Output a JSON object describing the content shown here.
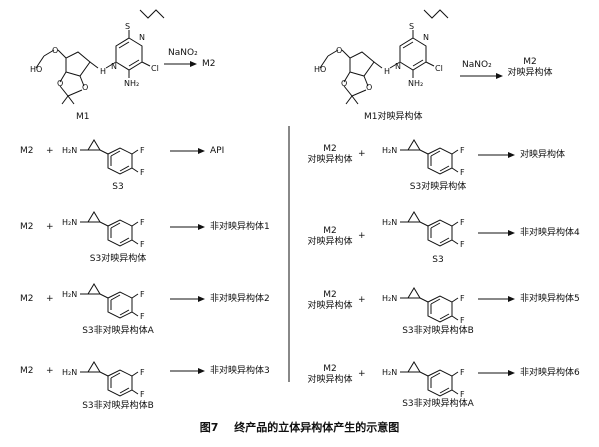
{
  "caption": {
    "number": "图7",
    "title": "终产品的立体异构体产生的示意图"
  },
  "top": {
    "left": {
      "molecule_label": "M1",
      "reagent": "NaNO₂",
      "product": "M2"
    },
    "right": {
      "molecule_label": "M1对映异构体",
      "reagent": "NaNO₂",
      "product_line1": "M2",
      "product_line2": "对映异构体"
    }
  },
  "atoms": {
    "S": "S",
    "N": "N",
    "Cl": "Cl",
    "NH2": "NH₂",
    "H": "H",
    "HO": "HO",
    "O": "O",
    "H2N": "H₂N",
    "F": "F"
  },
  "left_rows": [
    {
      "reactant": "M2",
      "plus": "+",
      "amine_label": "S3",
      "product": "API"
    },
    {
      "reactant": "M2",
      "plus": "+",
      "amine_label": "S3对映异构体",
      "product": "非对映异构体1"
    },
    {
      "reactant": "M2",
      "plus": "+",
      "amine_label": "S3非对映异构体A",
      "product": "非对映异构体2"
    },
    {
      "reactant": "M2",
      "plus": "+",
      "amine_label": "S3非对映异构体B",
      "product": "非对映异构体3"
    }
  ],
  "right_rows": [
    {
      "reactant_line1": "M2",
      "reactant_line2": "对映异构体",
      "plus": "+",
      "amine_label": "S3对映异构体",
      "product": "对映异构体"
    },
    {
      "reactant_line1": "M2",
      "reactant_line2": "对映异构体",
      "plus": "+",
      "amine_label": "S3",
      "product": "非对映异构体4"
    },
    {
      "reactant_line1": "M2",
      "reactant_line2": "对映异构体",
      "plus": "+",
      "amine_label": "S3非对映异构体B",
      "product": "非对映异构体5"
    },
    {
      "reactant_line1": "M2",
      "reactant_line2": "对映异构体",
      "plus": "+",
      "amine_label": "S3非对映异构体A",
      "product": "非对映异构体6"
    }
  ]
}
